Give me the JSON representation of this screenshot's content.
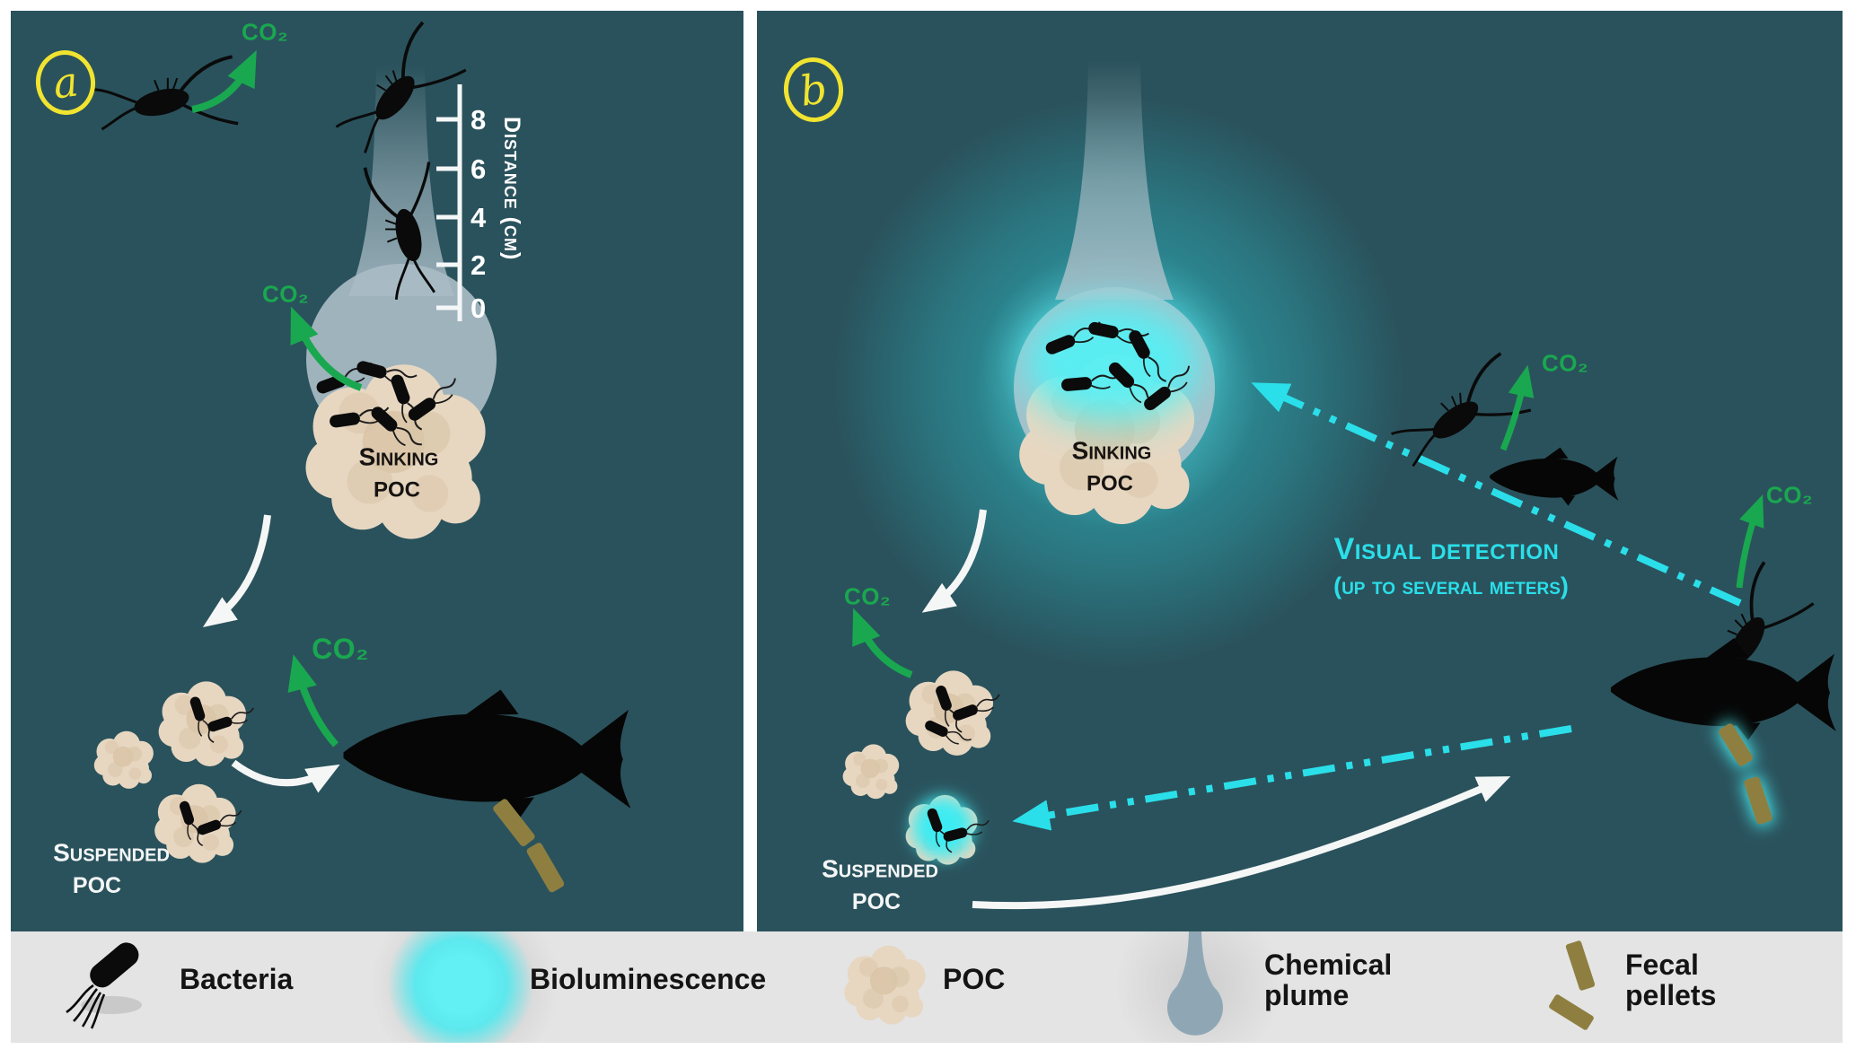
{
  "figure": {
    "type": "two-panel scientific diagram",
    "topic": "Sinking POC degradation, chemical plume and bioluminescence detection"
  },
  "colors": {
    "background_teal": "#2a525c",
    "cyan_accent": "#2adfe9",
    "green_co2": "#19a84f",
    "yellow_label": "#f1e430",
    "poc_tan": "#e7d7c1",
    "plume_gray": "#a9bcc6",
    "pellet_olive": "#8e7f41",
    "legend_band": "#e4e4e4"
  },
  "panel_a": {
    "label": "a",
    "co2_copepod": "CO₂",
    "co2_aggregate": "CO₂",
    "co2_fish": "CO₂",
    "ruler": {
      "axis_label": "Distance (cm)",
      "ticks": [
        "8",
        "6",
        "4",
        "2",
        "0"
      ]
    },
    "sinking_poc": {
      "line1": "Sinking",
      "line2": "POC"
    },
    "suspended_poc": {
      "line1": "Suspended",
      "line2": "POC"
    }
  },
  "panel_b": {
    "label": "b",
    "co2_suspended": "CO₂",
    "co2_copepod_mid": "CO₂",
    "co2_copepod_right": "CO₂",
    "sinking_poc": {
      "line1": "Sinking",
      "line2": "POC"
    },
    "suspended_poc": {
      "line1": "Suspended",
      "line2": "POC"
    },
    "visual_detection": {
      "line1": "Visual detection",
      "line2": "(up to several meters)"
    }
  },
  "legend": {
    "items": [
      {
        "label": "Bacteria"
      },
      {
        "label": "Bioluminescence"
      },
      {
        "label": "POC"
      },
      {
        "label": "Chemical",
        "label2": "plume"
      },
      {
        "label": "Fecal",
        "label2": "pellets"
      }
    ]
  }
}
